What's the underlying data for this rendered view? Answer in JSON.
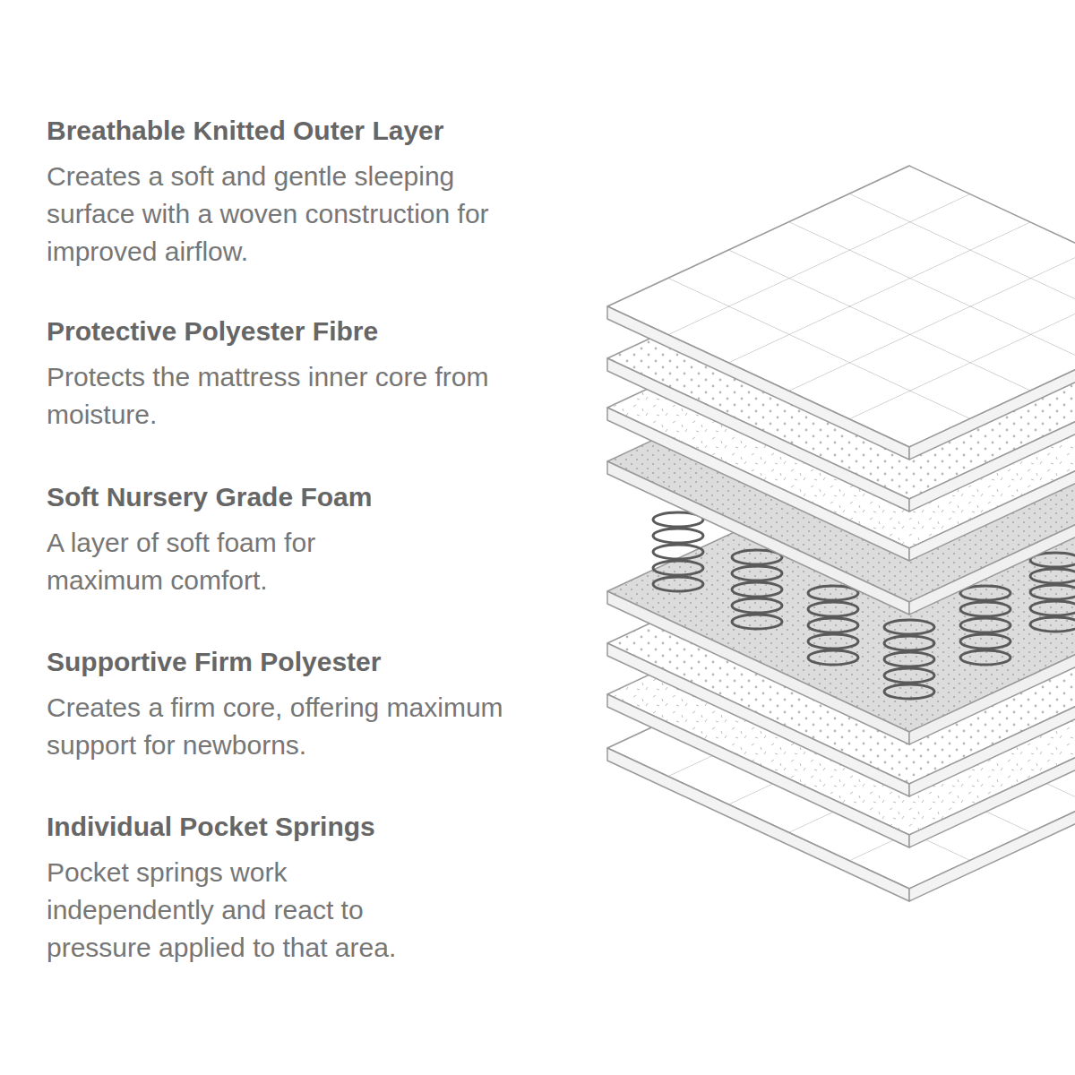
{
  "diagram": {
    "labels": [
      "Breathable Knitted Outer Layer",
      "Creates a soft and gentle sleeping surface with a woven construction for improved airflow.",
      "Protective Polyester Fibre",
      "Protects the mattress inner core from moisture.",
      "Soft Nursery Grade Foam",
      "A layer of soft foam for maximum comfort.",
      "Supportive Firm Polyester",
      "Creates a firm core, offering maximum support for newborns.",
      "Individual Pocket Springs",
      "Pocket springs work independently and react to pressure applied to that area."
    ]
  }
}
